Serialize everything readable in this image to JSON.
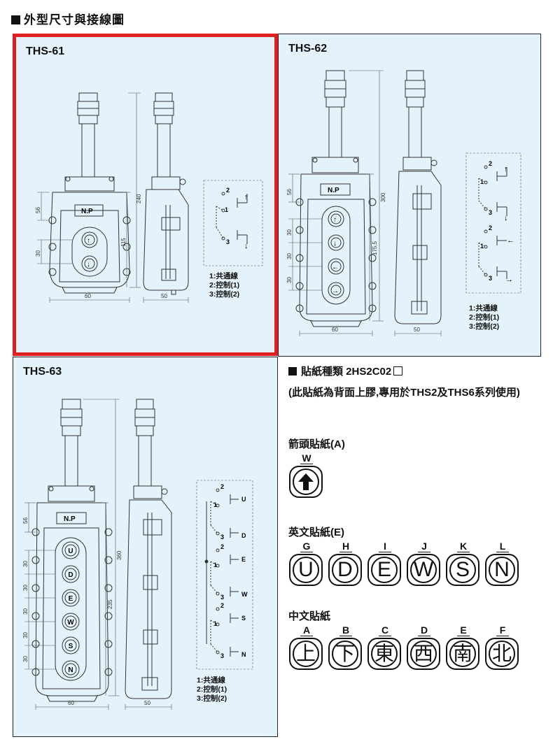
{
  "page": {
    "heading": "外型尺寸與接線圖"
  },
  "ths61": {
    "title": "THS-61",
    "np": "N.P",
    "dims": {
      "d56": "56",
      "d30": "30",
      "d240": "240",
      "d115": "115",
      "d60": "60",
      "d50": "50"
    },
    "wires": [
      "2",
      "1",
      "3"
    ],
    "legend": [
      "1:共通線",
      "2:控制(1)",
      "3:控制(2)"
    ]
  },
  "ths62": {
    "title": "THS-62",
    "np": "N.P",
    "dims": {
      "d56": "56",
      "d30a": "30",
      "d30b": "30",
      "d30c": "30",
      "d300": "300",
      "d1755": "175.5",
      "d60": "60",
      "d50": "50"
    },
    "wires": [
      "2",
      "1",
      "3",
      "2",
      "1",
      "3"
    ],
    "legend": [
      "1:共通線",
      "2:控制(1)",
      "3:控制(2)"
    ]
  },
  "ths63": {
    "title": "THS-63",
    "np": "N.P",
    "buttons": [
      "U",
      "D",
      "E",
      "W",
      "S",
      "N"
    ],
    "dims": {
      "d56": "56",
      "d30a": "30",
      "d30b": "30",
      "d30c": "30",
      "d30d": "30",
      "d30e": "30",
      "d360": "360",
      "d235": "235",
      "d60": "60",
      "d50": "50"
    },
    "wires": [
      "2",
      "1",
      "3",
      "2",
      "1",
      "3",
      "2",
      "1",
      "3"
    ],
    "switch_labels": [
      "U",
      "D",
      "E",
      "W",
      "S",
      "N"
    ],
    "legend": [
      "1:共通線",
      "2:控制(1)",
      "3:控制(2)"
    ]
  },
  "stickers": {
    "title": "貼紙種類 2HS2C02",
    "note": "(此貼紙為背面上膠,專用於THS2及THS6系列使用)",
    "arrow_title": "箭頭貼紙(A)",
    "arrow": {
      "letter": "W"
    },
    "english_title": "英文貼紙(E)",
    "english": [
      {
        "letter": "G",
        "glyph": "U"
      },
      {
        "letter": "H",
        "glyph": "D"
      },
      {
        "letter": "I",
        "glyph": "E"
      },
      {
        "letter": "J",
        "glyph": "W"
      },
      {
        "letter": "K",
        "glyph": "S"
      },
      {
        "letter": "L",
        "glyph": "N"
      }
    ],
    "chinese_title": "中文貼紙",
    "chinese": [
      {
        "letter": "A",
        "glyph": "上"
      },
      {
        "letter": "B",
        "glyph": "下"
      },
      {
        "letter": "C",
        "glyph": "東"
      },
      {
        "letter": "D",
        "glyph": "西"
      },
      {
        "letter": "E",
        "glyph": "南"
      },
      {
        "letter": "F",
        "glyph": "北"
      }
    ]
  },
  "colors": {
    "panel_bg": "#e4f3fb",
    "highlight": "#e02020"
  }
}
